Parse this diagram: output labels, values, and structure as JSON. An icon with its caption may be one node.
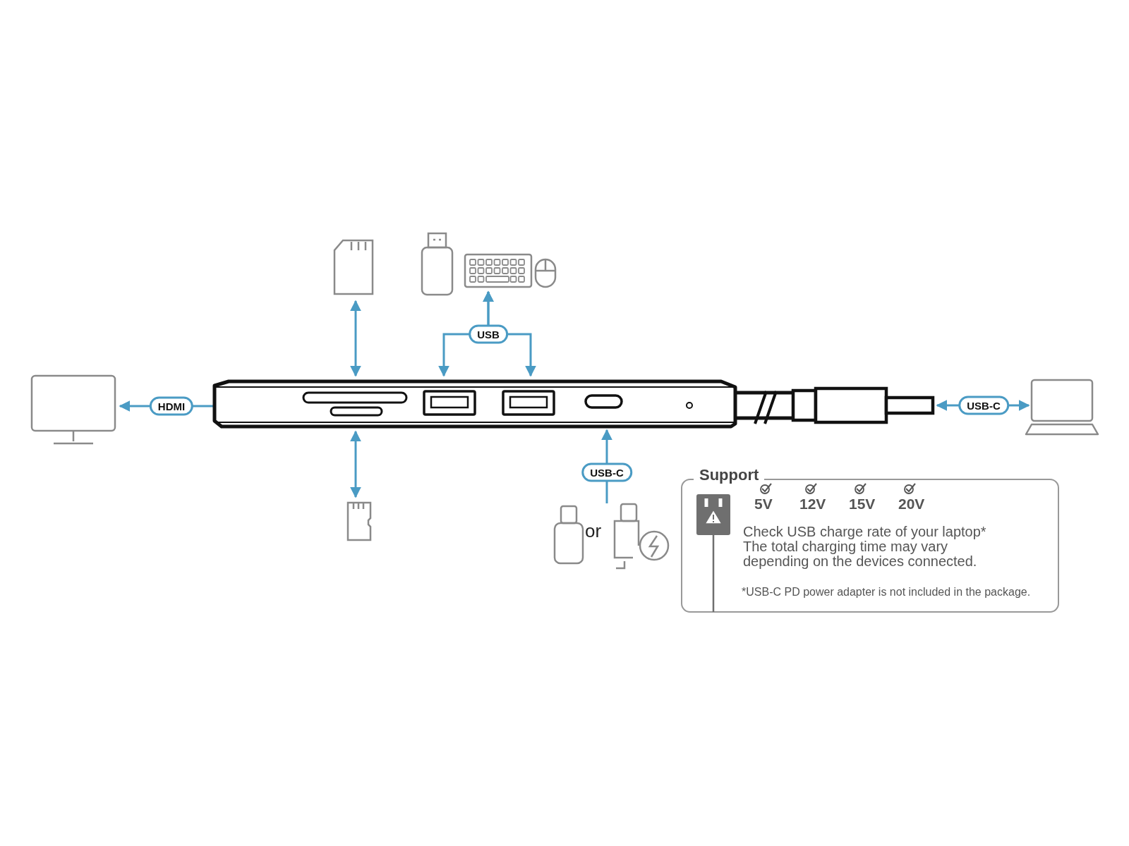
{
  "diagram": {
    "nodes": [
      {
        "text": [],
        "shape": "monitor"
      },
      {
        "text": [],
        "shape": "card"
      },
      {
        "text": [],
        "shape": "stick"
      },
      {
        "text": [],
        "shape": "keyboard"
      },
      {
        "text": [],
        "shape": "mouse"
      },
      {
        "text": [],
        "shape": "hub"
      },
      {
        "text": [],
        "shape": "cable"
      },
      {
        "text": [],
        "shape": "laptop"
      },
      {
        "text": [],
        "shape": "chip"
      },
      {
        "text": [],
        "shape": "plug"
      },
      {
        "text": [],
        "shape": "charger"
      },
      {
        "text": [
          "Support",
          "5V",
          "12V",
          "15V",
          "20V",
          "Check USB charge rate of your laptop*",
          "The total charging time may vary depending on the devices connected.",
          "*USB-C PD power adapter is not included in the package."
        ]
      }
    ],
    "edges": [
      {
        "from": 5,
        "to": 0,
        "arrow": "to",
        "label": "HDMI"
      },
      {
        "from": 1,
        "to": 5,
        "arrow": "both"
      },
      {
        "from": 8,
        "to": 5,
        "arrow": "both"
      },
      {
        "from": 3,
        "to": 5,
        "arrow": "both",
        "label": "USB"
      },
      {
        "from": 3,
        "to": 5,
        "arrow": "both"
      },
      {
        "from": 6,
        "to": 7,
        "arrow": "both",
        "label": "USB-C"
      },
      {
        "from": 10,
        "to": 5,
        "arrow": "to",
        "label": "USB-C"
      }
    ],
    "labels": [
      "or"
    ]
  }
}
